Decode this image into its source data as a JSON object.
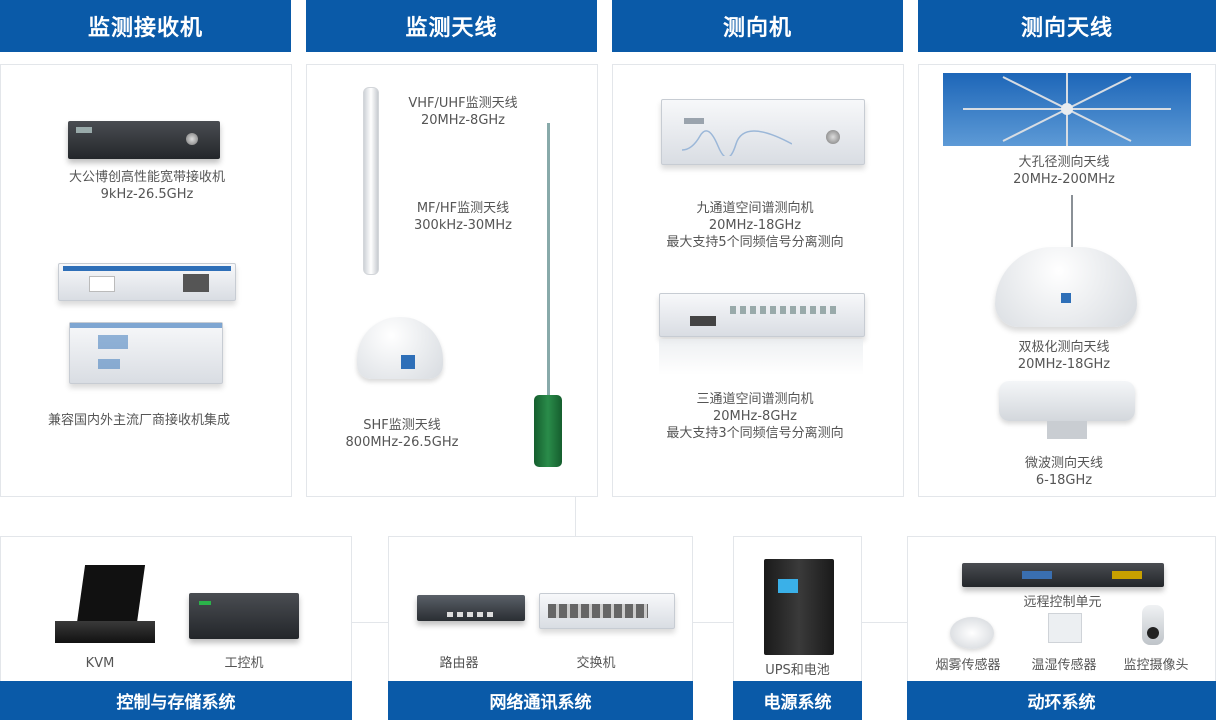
{
  "headers": {
    "receiver": "监测接收机",
    "monitor_antenna": "监测天线",
    "df_unit": "测向机",
    "df_antenna": "测向天线"
  },
  "receiver_panel": {
    "item1_name": "大公博创高性能宽带接收机",
    "item1_range": "9kHz-26.5GHz",
    "item2_name": "兼容国内外主流厂商接收机集成"
  },
  "antenna_panel": {
    "vu_name": "VHF/UHF监测天线",
    "vu_range": "20MHz-8GHz",
    "mf_name": "MF/HF监测天线",
    "mf_range": "300kHz-30MHz",
    "shf_name": "SHF监测天线",
    "shf_range": "800MHz-26.5GHz"
  },
  "df_panel": {
    "nine_name": "九通道空间谱测向机",
    "nine_range": "20MHz-18GHz",
    "nine_note": "最大支持5个同频信号分离测向",
    "three_name": "三通道空间谱测向机",
    "three_range": "20MHz-8GHz",
    "three_note": "最大支持3个同频信号分离测向"
  },
  "df_antenna_panel": {
    "large_name": "大孔径测向天线",
    "large_range": "20MHz-200MHz",
    "dual_name": "双极化测向天线",
    "dual_range": "20MHz-18GHz",
    "micro_name": "微波测向天线",
    "micro_range": "6-18GHz"
  },
  "control_storage": {
    "kvm": "KVM",
    "ipc": "工控机",
    "title": "控制与存储系统"
  },
  "network": {
    "router": "路由器",
    "switch": "交换机",
    "title": "网络通讯系统"
  },
  "power": {
    "ups": "UPS和电池",
    "title": "电源系统"
  },
  "environment": {
    "rcu": "远程控制单元",
    "smoke": "烟雾传感器",
    "temp_humidity": "温湿传感器",
    "camera": "监控摄像头",
    "title": "动环系统"
  },
  "colors": {
    "header_blue": "#0a5aa8",
    "border": "#e3e6ea",
    "antenna_green": "#1f7a3d"
  }
}
